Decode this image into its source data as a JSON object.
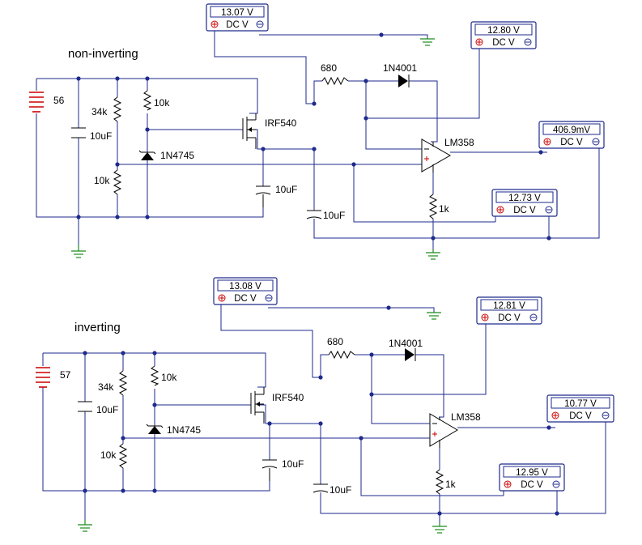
{
  "circuits": [
    {
      "title": "non-inverting",
      "battery_label": "56",
      "r_top_left": "34k",
      "r_bottom_left": "10k",
      "cap_left": "10uF",
      "r_top_zener": "10k",
      "zener": "1N4745",
      "mosfet": "IRF540",
      "cap_source": "10uF",
      "r_series": "680",
      "diode": "1N4001",
      "opamp": "LM358",
      "cap_mid": "10uF",
      "r_feedback": "1k",
      "meters": [
        {
          "value": "13.07 V",
          "mode": "DC V"
        },
        {
          "value": "12.80 V",
          "mode": "DC V"
        },
        {
          "value": "406.9mV",
          "mode": "DC V"
        },
        {
          "value": "12.73 V",
          "mode": "DC V"
        }
      ]
    },
    {
      "title": "inverting",
      "battery_label": "57",
      "r_top_left": "34k",
      "r_bottom_left": "10k",
      "cap_left": "10uF",
      "r_top_zener": "10k",
      "zener": "1N4745",
      "mosfet": "IRF540",
      "cap_source": "10uF",
      "r_series": "680",
      "diode": "1N4001",
      "opamp": "LM358",
      "cap_mid": "10uF",
      "r_feedback": "1k",
      "meters": [
        {
          "value": "13.08 V",
          "mode": "DC V"
        },
        {
          "value": "12.81 V",
          "mode": "DC V"
        },
        {
          "value": "10.77 V",
          "mode": "DC V"
        },
        {
          "value": "12.95 V",
          "mode": "DC V"
        }
      ]
    }
  ],
  "colors": {
    "wire": "#1e2a8c",
    "battery": "#cc0000",
    "ground": "#1a8c1a"
  }
}
